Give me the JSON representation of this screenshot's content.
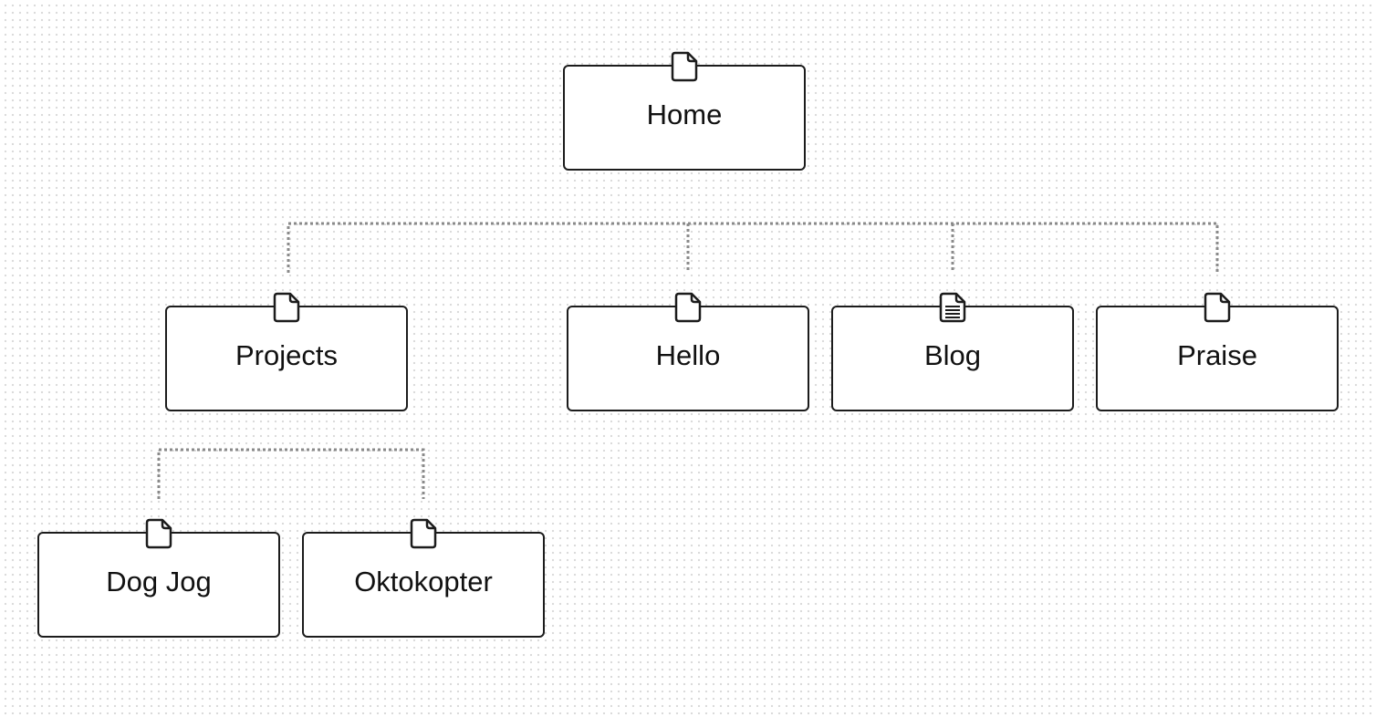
{
  "sitemap": {
    "root": {
      "label": "Home",
      "icon": "page-icon"
    },
    "level1": [
      {
        "label": "Projects",
        "icon": "page-icon"
      },
      {
        "label": "Hello",
        "icon": "page-icon"
      },
      {
        "label": "Blog",
        "icon": "document-lines-icon"
      },
      {
        "label": "Praise",
        "icon": "page-icon"
      }
    ],
    "level2": [
      {
        "label": "Dog Jog",
        "icon": "page-icon"
      },
      {
        "label": "Oktokopter",
        "icon": "page-icon"
      }
    ]
  },
  "colors": {
    "node_border": "#1c1c1c",
    "connector": "#8a8a8a",
    "grid_dot": "#d9d9d9"
  }
}
